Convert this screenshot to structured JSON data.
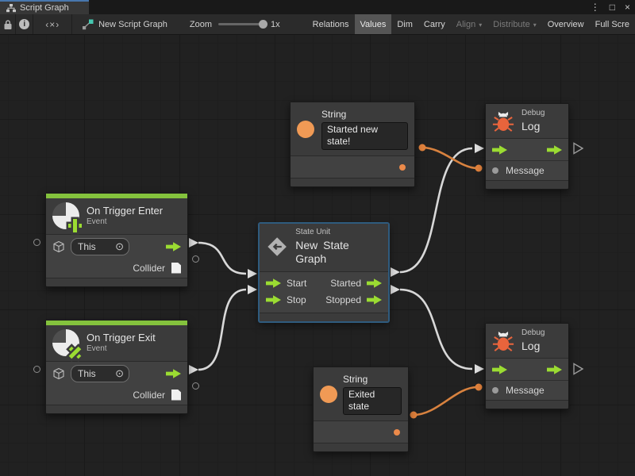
{
  "window": {
    "tab_title": "Script Graph",
    "menu_glyph": "⋮",
    "maximize_glyph": "□",
    "close_glyph": "×"
  },
  "toolbar": {
    "brackets_glyph": "‹×›",
    "graph_name": "New Script Graph",
    "zoom_label": "Zoom",
    "zoom_value": "1x",
    "dropdown_glyph": "▾",
    "buttons": [
      {
        "label": "Relations",
        "active": false
      },
      {
        "label": "Values",
        "active": true
      },
      {
        "label": "Dim",
        "active": false
      },
      {
        "label": "Carry",
        "active": false
      },
      {
        "label": "Align",
        "active": false,
        "disabled": true,
        "dropdown": true
      },
      {
        "label": "Distribute",
        "active": false,
        "disabled": true,
        "dropdown": true
      },
      {
        "label": "Overview",
        "active": false
      },
      {
        "label": "Full Scre",
        "active": false,
        "clipped": true
      }
    ]
  },
  "nodes": {
    "trigger_enter": {
      "title": "On Trigger Enter",
      "subtitle": "Event",
      "target_value": "This",
      "picker_glyph": "⊙",
      "collider_label": "Collider"
    },
    "trigger_exit": {
      "title": "On Trigger Exit",
      "subtitle": "Event",
      "target_value": "This",
      "picker_glyph": "⊙",
      "collider_label": "Collider"
    },
    "state_unit": {
      "subtitle": "State Unit",
      "title": "New State Graph",
      "start_label": "Start",
      "stop_label": "Stop",
      "started_label": "Started",
      "stopped_label": "Stopped",
      "selected": true
    },
    "string_top": {
      "title": "String",
      "value": "Started new state!"
    },
    "string_bottom": {
      "title": "String",
      "value": "Exited state"
    },
    "debug_top": {
      "subtitle": "Debug",
      "title": "Log",
      "message_label": "Message"
    },
    "debug_bottom": {
      "subtitle": "Debug",
      "title": "Log",
      "message_label": "Message"
    }
  },
  "connections": [
    {
      "from": "On Trigger Enter flow out",
      "to": "State Unit Start",
      "type": "flow"
    },
    {
      "from": "On Trigger Exit flow out",
      "to": "State Unit Stop",
      "type": "flow"
    },
    {
      "from": "State Unit Started",
      "to": "Debug Log (top) flow in",
      "type": "flow"
    },
    {
      "from": "State Unit Stopped",
      "to": "Debug Log (bottom) flow in",
      "type": "flow"
    },
    {
      "from": "String 'Started new state!' output",
      "to": "Debug Log (top) Message",
      "type": "value"
    },
    {
      "from": "String 'Exited state' output",
      "to": "Debug Log (bottom) Message",
      "type": "value"
    }
  ],
  "colors": {
    "accent_green": "#9bdc32",
    "event_strip_green": "#84c23d",
    "orange_port": "#ec8a4a",
    "wire_orange": "#d8823f",
    "wire_white": "#d8d8d8",
    "bug_orange": "#e8643c",
    "selection_blue": "#2f5b7e",
    "tab_accent_blue": "#4877ad",
    "canvas_background": "#212121"
  }
}
